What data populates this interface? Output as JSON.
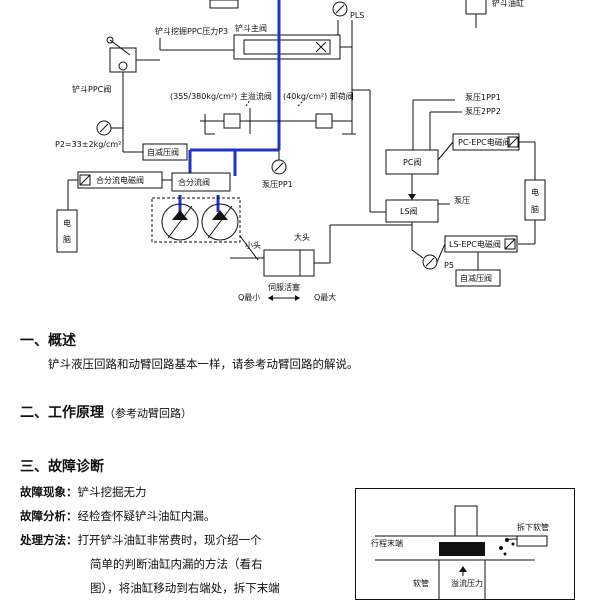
{
  "diagram": {
    "top_right": "铲斗油缸",
    "pls": "PLS",
    "bucket_main_valve": "铲斗主阀",
    "bucket_ppc_pressure": "铲斗挖掘PPC压力P3",
    "bucket_ppc_valve": "铲斗PPC阀",
    "main_relief": "(355/380kg/cm²) 主溢流阀",
    "unload_valve": "(40kg/cm²) 卸荷阀",
    "p2_label": "P2=33±2kg/cm²",
    "self_reducing_1": "自减压阀",
    "merge_solenoid": "合分流电磁阀",
    "merge_valve": "合分流阀",
    "pump_pp1": "泵压PP1",
    "pump_1pp1": "泵压1PP1",
    "pump_2pp2": "泵压2PP2",
    "pc_epc": "PC-EPC电磁阀",
    "pc_valve": "PC阀",
    "pump_pressure": "泵压",
    "ls_valve": "LS阀",
    "electric_brain_left": "电\n脑",
    "electric_brain_right": "电\n脑",
    "small_end": "小头",
    "big_end": "大头",
    "servo_piston": "伺服活塞",
    "q_min": "Q最小",
    "q_max": "Q最大",
    "p5": "P5",
    "ls_epc": "LS-EPC电磁阀",
    "self_reducing_2": "自减压阀"
  },
  "sections": {
    "s1_title": "一、概述",
    "s1_body": "铲斗液压回路和动臂回路基本一样，请参考动臂回路的解说。",
    "s2_title": "二、工作原理",
    "s2_sub": "（参考动臂回路）",
    "s3_title": "三、故障诊断"
  },
  "diagnosis": {
    "phenomenon_label": "故障现象：",
    "phenomenon_text": "铲斗挖掘无力",
    "analysis_label": "故障分析：",
    "analysis_text": "经检查怀疑铲斗油缸内漏。",
    "method_label": "处理方法：",
    "method_line1": "打开铲斗油缸非常费时，现介绍一个",
    "method_line2": "简单的判断油缸内漏的方法（看右",
    "method_line3": "图），将油缸移动到右端处，拆下末端"
  },
  "figure2": {
    "stroke_end": "行程末端",
    "remove_hose": "拆下软管",
    "hose": "软管",
    "relief_pressure": "溢流压力"
  }
}
